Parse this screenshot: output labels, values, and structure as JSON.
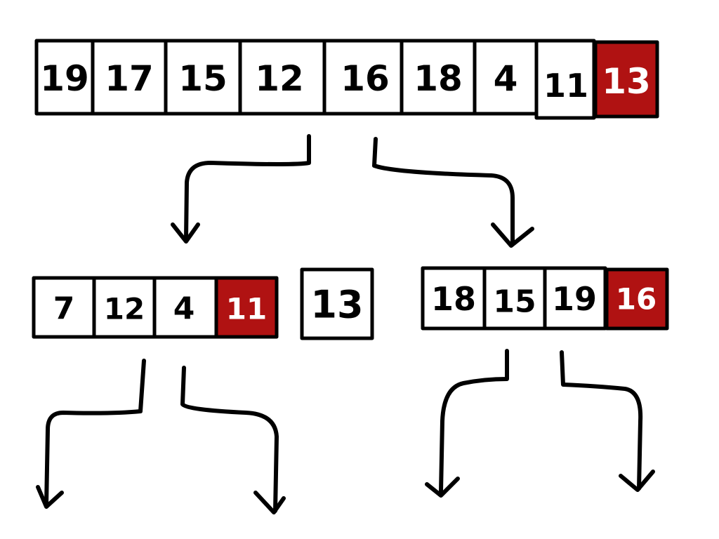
{
  "colors": {
    "pivot": "#b01212",
    "cell": "#ffffff",
    "stroke": "#000000"
  },
  "arrays": {
    "top": {
      "values": [
        "19",
        "17",
        "15",
        "12",
        "16",
        "18",
        "4",
        "11"
      ],
      "pivot": "13"
    },
    "left": {
      "values": [
        "7",
        "12",
        "4"
      ],
      "pivot": "11"
    },
    "middle": {
      "value": "13"
    },
    "right": {
      "values": [
        "18",
        "15",
        "19"
      ],
      "pivot": "16"
    }
  }
}
